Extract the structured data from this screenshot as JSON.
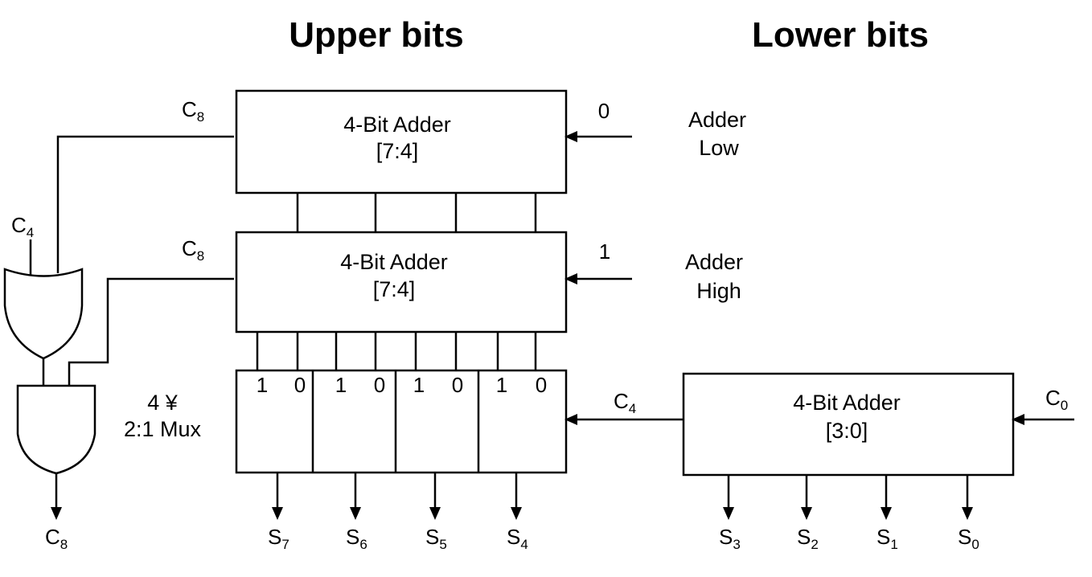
{
  "headings": {
    "upper": "Upper bits",
    "lower": "Lower bits"
  },
  "adder_low": {
    "title": "4-Bit Adder",
    "range": "[7:4]",
    "carry_in": "0",
    "label_line1": "Adder",
    "label_line2": "Low",
    "carry_out": {
      "base": "C",
      "sub": "8"
    }
  },
  "adder_high": {
    "title": "4-Bit Adder",
    "range": "[7:4]",
    "carry_in": "1",
    "label_line1": "Adder",
    "label_line2": "High",
    "carry_out": {
      "base": "C",
      "sub": "8"
    }
  },
  "adder_lower": {
    "title": "4-Bit Adder",
    "range": "[3:0]",
    "carry_in": {
      "base": "C",
      "sub": "0"
    },
    "carry_out": {
      "base": "C",
      "sub": "4"
    }
  },
  "mux": {
    "label_line1": "4 ¥",
    "label_line2": "2:1 Mux",
    "inputs": [
      "1",
      "0",
      "1",
      "0",
      "1",
      "0",
      "1",
      "0"
    ]
  },
  "gates": {
    "or_input": {
      "base": "C",
      "sub": "4"
    },
    "output": {
      "base": "C",
      "sub": "8"
    }
  },
  "upper_outputs": [
    {
      "base": "S",
      "sub": "7"
    },
    {
      "base": "S",
      "sub": "6"
    },
    {
      "base": "S",
      "sub": "5"
    },
    {
      "base": "S",
      "sub": "4"
    }
  ],
  "lower_outputs": [
    {
      "base": "S",
      "sub": "3"
    },
    {
      "base": "S",
      "sub": "2"
    },
    {
      "base": "S",
      "sub": "1"
    },
    {
      "base": "S",
      "sub": "0"
    }
  ]
}
